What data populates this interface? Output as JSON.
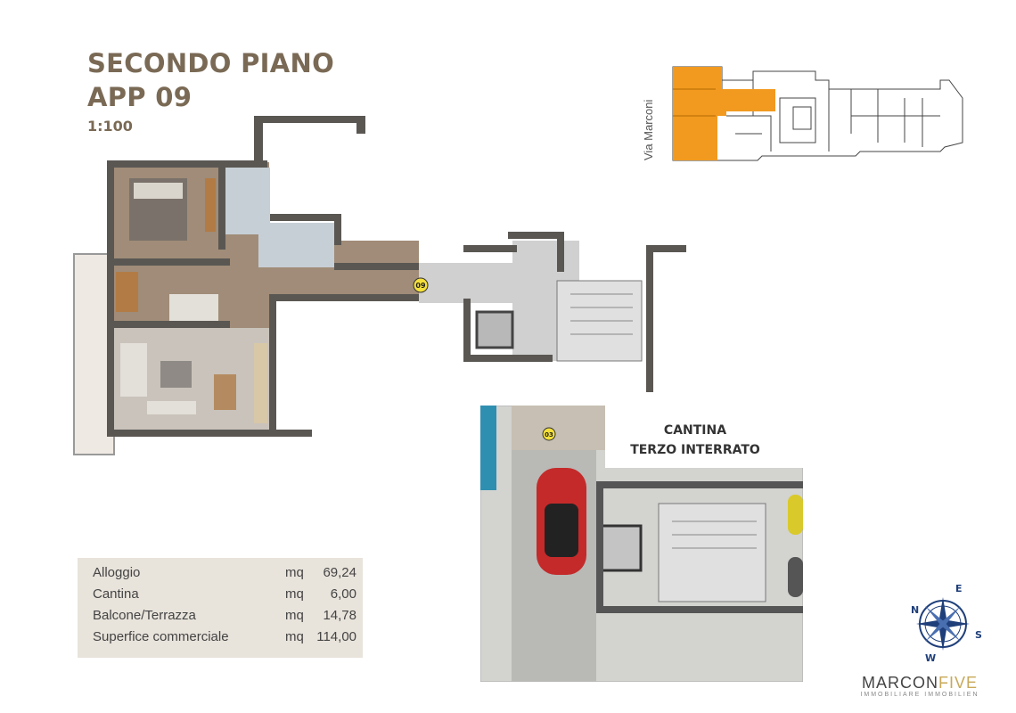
{
  "header": {
    "title_line1": "SECONDO PIANO",
    "title_line2": "APP 09",
    "scale": "1:100"
  },
  "keyplan": {
    "street_label": "Via Marconi",
    "highlight_color": "#f29a1f"
  },
  "plan": {
    "unit_tag": "09"
  },
  "cellar": {
    "title_line1": "CANTINA",
    "title_line2": "TERZO INTERRATO",
    "unit_tag": "03"
  },
  "areas": {
    "rows": [
      {
        "label": "Alloggio",
        "unit": "mq",
        "value": "69,24"
      },
      {
        "label": "Cantina",
        "unit": "mq",
        "value": "6,00"
      },
      {
        "label": "Balcone/Terrazza",
        "unit": "mq",
        "value": "14,78"
      },
      {
        "label": "Superfice commerciale",
        "unit": "mq",
        "value": "114,00"
      }
    ]
  },
  "compass": {
    "n": "N",
    "e": "E",
    "s": "S",
    "w": "W"
  },
  "brand": {
    "name_part1": "MARCON",
    "name_part2": "FIVE",
    "subtitle": "IMMOBILIARE IMMOBILIEN"
  }
}
